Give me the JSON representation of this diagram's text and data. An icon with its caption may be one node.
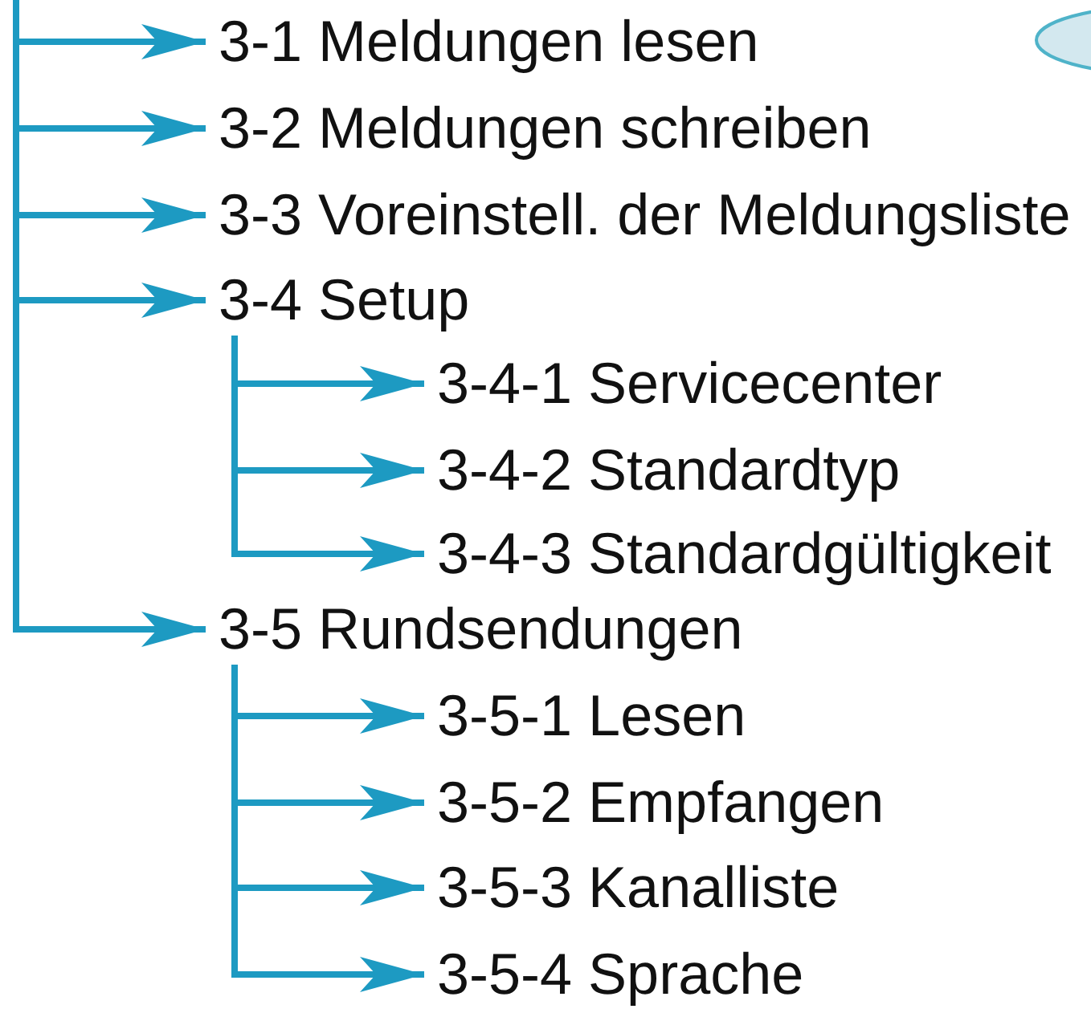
{
  "diagram": {
    "nodes": [
      {
        "text": [
          "3-1 Meldungen lesen"
        ]
      },
      {
        "text": [
          "3-2 Meldungen schreiben"
        ]
      },
      {
        "text": [
          "3-3 Voreinstell. der Meldungsliste"
        ]
      },
      {
        "text": [
          "3-4 Setup"
        ]
      },
      {
        "text": [
          "3-4-1 Servicecenter"
        ]
      },
      {
        "text": [
          "3-4-2 Standardtyp"
        ]
      },
      {
        "text": [
          "3-4-3 Standardgültigkeit"
        ]
      },
      {
        "text": [
          "3-5 Rundsendungen"
        ]
      },
      {
        "text": [
          "3-5-1 Lesen"
        ]
      },
      {
        "text": [
          "3-5-2 Empfangen"
        ]
      },
      {
        "text": [
          "3-5-3 Kanalliste"
        ]
      },
      {
        "text": [
          "3-5-4 Sprache"
        ]
      }
    ],
    "edges": [
      {
        "from": null,
        "to": 0,
        "arrow": "to"
      },
      {
        "from": null,
        "to": 1,
        "arrow": "to"
      },
      {
        "from": null,
        "to": 2,
        "arrow": "to"
      },
      {
        "from": null,
        "to": 3,
        "arrow": "to"
      },
      {
        "from": null,
        "to": 7,
        "arrow": "to"
      },
      {
        "from": 3,
        "to": 4,
        "arrow": "to"
      },
      {
        "from": 3,
        "to": 5,
        "arrow": "to"
      },
      {
        "from": 3,
        "to": 6,
        "arrow": "to"
      },
      {
        "from": 7,
        "to": 8,
        "arrow": "to"
      },
      {
        "from": 7,
        "to": 9,
        "arrow": "to"
      },
      {
        "from": 7,
        "to": 10,
        "arrow": "to"
      },
      {
        "from": 7,
        "to": 11,
        "arrow": "to"
      }
    ]
  }
}
